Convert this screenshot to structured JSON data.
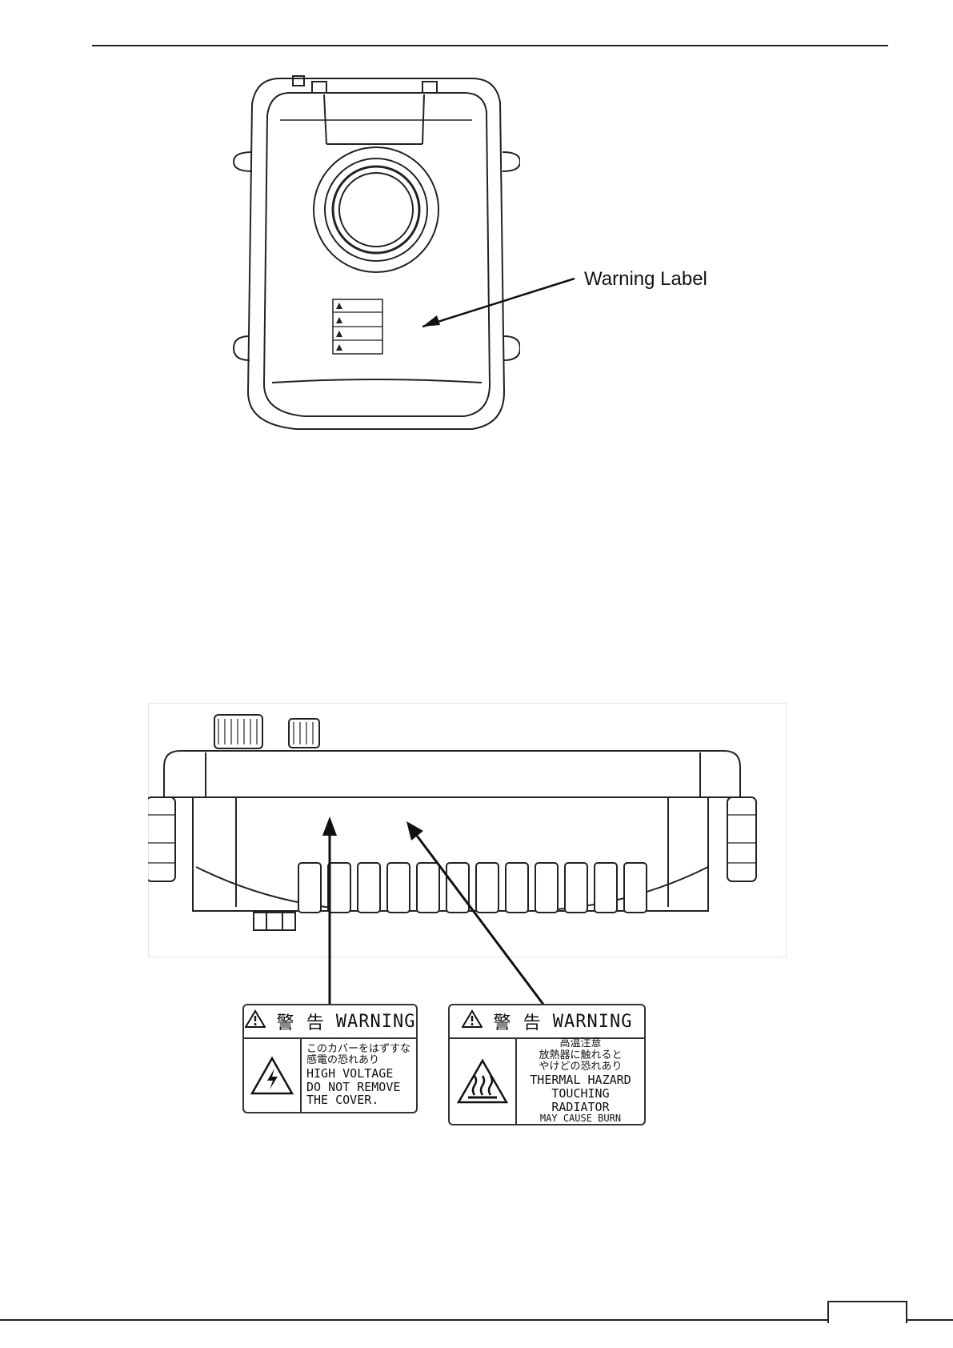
{
  "top_figure": {
    "callout_label": "Warning Label"
  },
  "labels": {
    "high_voltage": {
      "header_jp": "警 告",
      "header_en": "WARNING",
      "lines": [
        "このカバーをはずすな",
        "感電の恐れあり",
        "HIGH VOLTAGE",
        "DO NOT REMOVE",
        "THE COVER."
      ]
    },
    "thermal": {
      "header_jp": "警 告",
      "header_en": "WARNING",
      "lines": [
        "高温注意",
        "放熱器に触れると",
        "やけどの恐れあり",
        "THERMAL HAZARD",
        "TOUCHING RADIATOR",
        "MAY CAUSE BURN"
      ]
    }
  },
  "icons": {
    "header_warning": "warning-triangle-icon",
    "high_voltage": "lightning-triangle-icon",
    "thermal": "hot-surface-icon"
  }
}
